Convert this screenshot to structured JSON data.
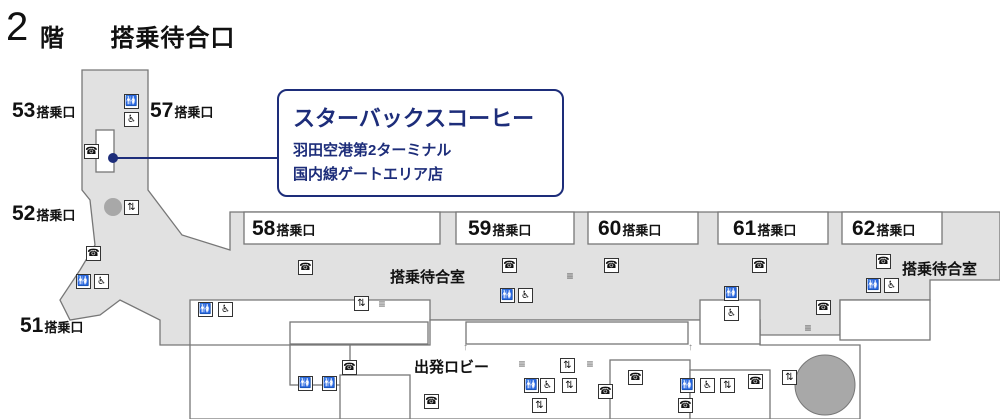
{
  "header": {
    "floor_number": "2",
    "floor_label": "階",
    "area_name": "搭乗待合口"
  },
  "gates": [
    {
      "number": "53",
      "suffix": "搭乗口"
    },
    {
      "number": "57",
      "suffix": "搭乗口"
    },
    {
      "number": "52",
      "suffix": "搭乗口"
    },
    {
      "number": "51",
      "suffix": "搭乗口"
    },
    {
      "number": "58",
      "suffix": "搭乗口"
    },
    {
      "number": "59",
      "suffix": "搭乗口"
    },
    {
      "number": "60",
      "suffix": "搭乗口"
    },
    {
      "number": "61",
      "suffix": "搭乗口"
    },
    {
      "number": "62",
      "suffix": "搭乗口"
    }
  ],
  "areas": {
    "waiting_room_center": "搭乗待合室",
    "waiting_room_right": "搭乗待合室",
    "departure_lobby": "出発ロビー"
  },
  "callout": {
    "name": "スターバックスコーヒー",
    "line1": "羽田空港第2ターミナル",
    "line2": "国内線ゲートエリア店",
    "color": "#1d2d7a"
  },
  "icons": {
    "phone": "☎",
    "restroom": "🚻",
    "accessible": "♿",
    "elevator": "⇅",
    "escalator": "≡"
  },
  "colors": {
    "floor_fill": "#e1e1e1",
    "wall": "#777777",
    "accent": "#1d2d7a"
  }
}
